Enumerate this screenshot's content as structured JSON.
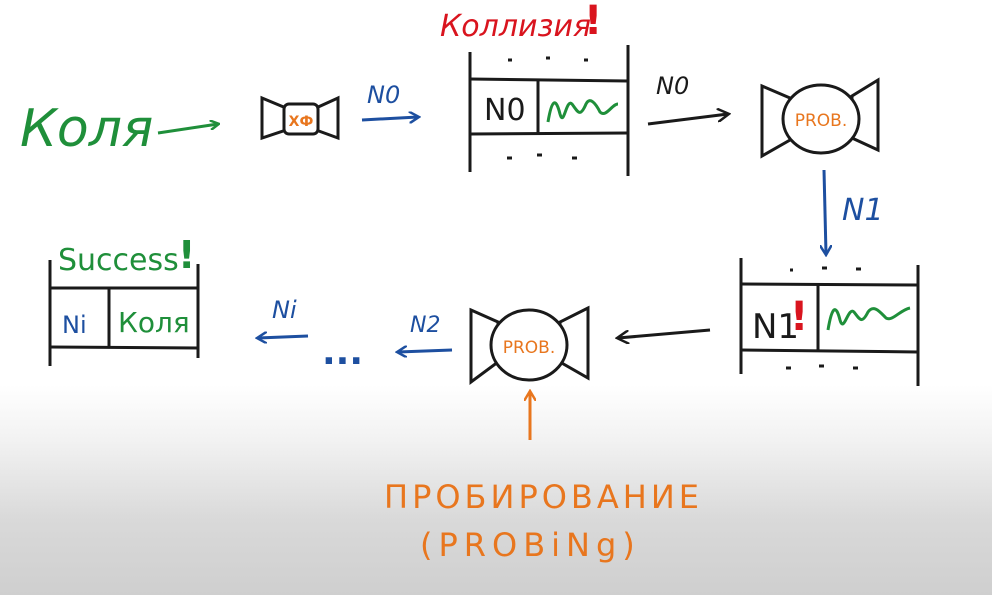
{
  "colors": {
    "ink": "#1a1a1a",
    "green": "#1f8f3a",
    "blue": "#1d4fa0",
    "orange": "#e8761e",
    "red": "#d9141e"
  },
  "labels": {
    "kolya": "Коля",
    "hash_function": "ХФ",
    "n0_first": "N0",
    "n0_second": "N0",
    "collision": "Коллизия",
    "collision_mark": "!",
    "table_top_key": "N0",
    "probe_top": "PROB.",
    "n1_arrow": "N1",
    "table_bottom_key": "N1",
    "table_bottom_mark": "!",
    "probe_bottom": "PROB.",
    "n2": "N2",
    "dots": "...",
    "ni_arrow": "Ni",
    "success": "Success",
    "success_mark": "!",
    "result_key": "Ni",
    "result_value": "Коля",
    "probing_ru": "ПРОБИРОВАНИЕ",
    "probing_en": "(PROBiNg)"
  },
  "icons": {
    "hash_function": "candy-wrapper-icon",
    "probe_top": "candy-wrapper-icon",
    "probe_bottom": "candy-wrapper-icon",
    "value_top": "squiggle-value-icon",
    "value_bottom": "squiggle-value-icon"
  }
}
